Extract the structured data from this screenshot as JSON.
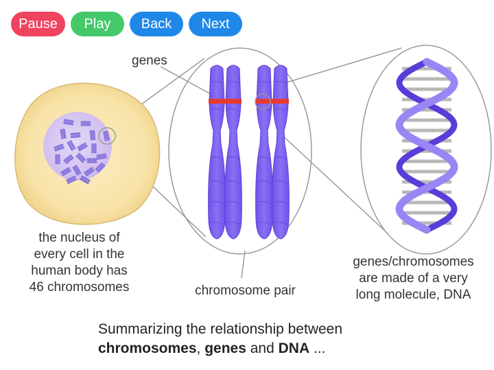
{
  "controls": {
    "pause_label": "Pause",
    "play_label": "Play",
    "back_label": "Back",
    "next_label": "Next",
    "colors": {
      "pause": "#f0435f",
      "play": "#44c96a",
      "back": "#1f87e8",
      "next": "#1f87e8"
    }
  },
  "diagram": {
    "genes_label": "genes",
    "cell_label": [
      "the nucleus of",
      "every cell in the",
      "human body has",
      "46 chromosomes"
    ],
    "chromosome_label": "chromosome pair",
    "dna_label": [
      "genes/chromosomes",
      "are made of a very",
      "long molecule, DNA"
    ],
    "colors": {
      "cell": "#f7e2a6",
      "nucleus": "#d9c9f2",
      "chromosome": "#7f63f0",
      "gene": "#e83a2e",
      "dna": "#8b72ee",
      "rungs": "#b8b8b8",
      "callout": "#9a9a9a"
    }
  },
  "caption": {
    "line1": "Summarizing the relationship between",
    "word_chromosomes": "chromosomes",
    "sep1": ", ",
    "word_genes": "genes",
    "sep2": " and ",
    "word_dna": "DNA",
    "tail": " ..."
  }
}
